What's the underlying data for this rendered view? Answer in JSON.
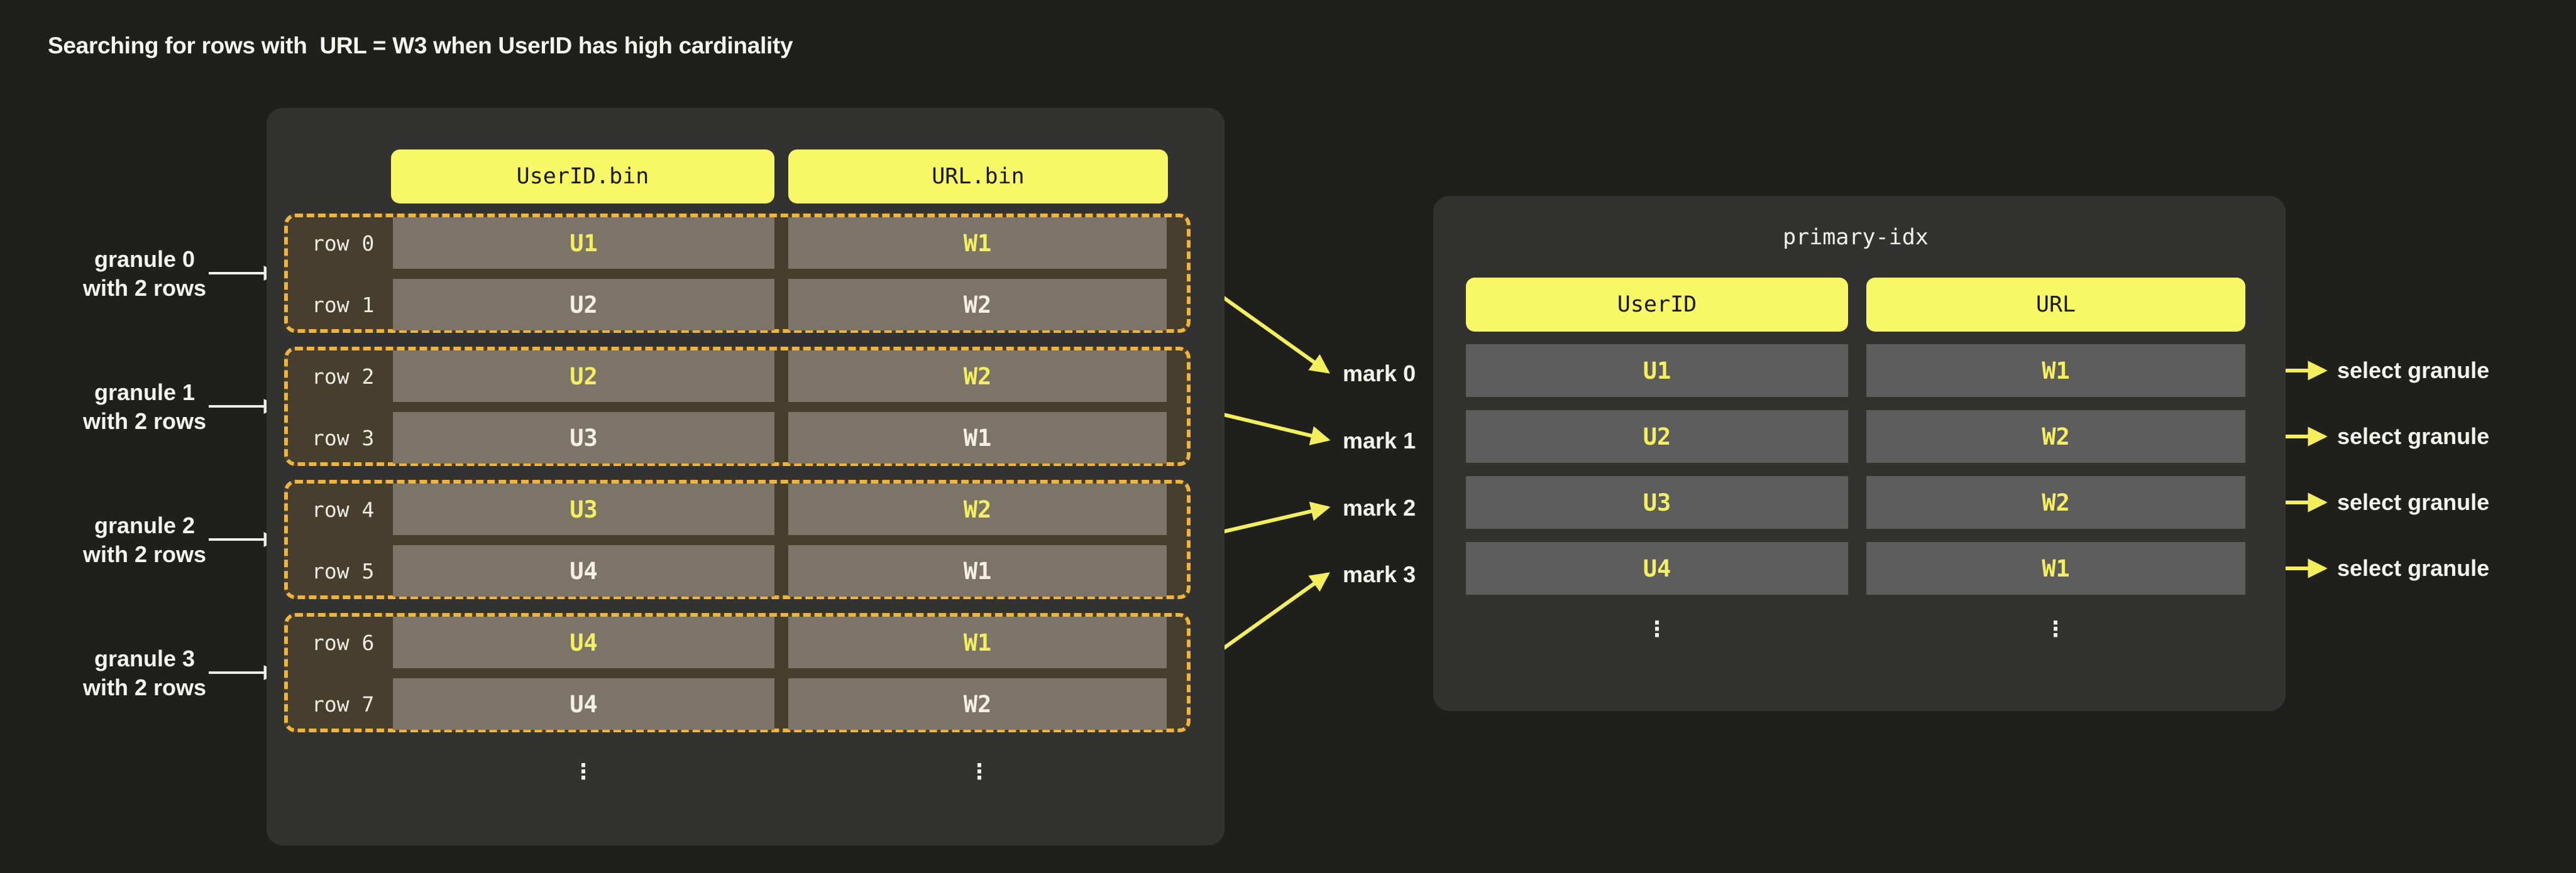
{
  "page": {
    "title": "Searching for rows with  URL = W3 when UserID has high cardinality"
  },
  "colors": {
    "background": "#1f201b",
    "panel": "#323330",
    "header_yellow": "#f8f765",
    "dash_orange": "#eeb43e",
    "value_yellow": "#f3ef5e",
    "value_white": "#f3efe2",
    "bin_cell": "#7b7467",
    "granule_fill": "#473f2d",
    "index_cell": "#5d5d5d",
    "arrow_yellow": "#f2ee5c",
    "arrow_white": "#efefe9"
  },
  "bin_table": {
    "column_headers": [
      "UserID.bin",
      "URL.bin"
    ],
    "granules": [
      {
        "label": [
          "granule 0",
          "with 2 rows"
        ],
        "mark": "mark 0",
        "rows": [
          {
            "name": "row 0",
            "user_id": "U1",
            "url": "W1"
          },
          {
            "name": "row 1",
            "user_id": "U2",
            "url": "W2"
          }
        ]
      },
      {
        "label": [
          "granule 1",
          "with 2 rows"
        ],
        "mark": "mark 1",
        "rows": [
          {
            "name": "row 2",
            "user_id": "U2",
            "url": "W2"
          },
          {
            "name": "row 3",
            "user_id": "U3",
            "url": "W1"
          }
        ]
      },
      {
        "label": [
          "granule 2",
          "with 2 rows"
        ],
        "mark": "mark 2",
        "rows": [
          {
            "name": "row 4",
            "user_id": "U3",
            "url": "W2"
          },
          {
            "name": "row 5",
            "user_id": "U4",
            "url": "W1"
          }
        ]
      },
      {
        "label": [
          "granule 3",
          "with 2 rows"
        ],
        "mark": "mark 3",
        "rows": [
          {
            "name": "row 6",
            "user_id": "U4",
            "url": "W1"
          },
          {
            "name": "row 7",
            "user_id": "U4",
            "url": "W2"
          }
        ]
      }
    ],
    "ellipsis": "⋮"
  },
  "primary_index": {
    "title": "primary-idx",
    "column_headers": [
      "UserID",
      "URL"
    ],
    "rows": [
      {
        "user_id": "U1",
        "url": "W1",
        "action": "select granule"
      },
      {
        "user_id": "U2",
        "url": "W2",
        "action": "select granule"
      },
      {
        "user_id": "U3",
        "url": "W2",
        "action": "select granule"
      },
      {
        "user_id": "U4",
        "url": "W1",
        "action": "select granule"
      }
    ],
    "ellipsis": "⋮"
  }
}
